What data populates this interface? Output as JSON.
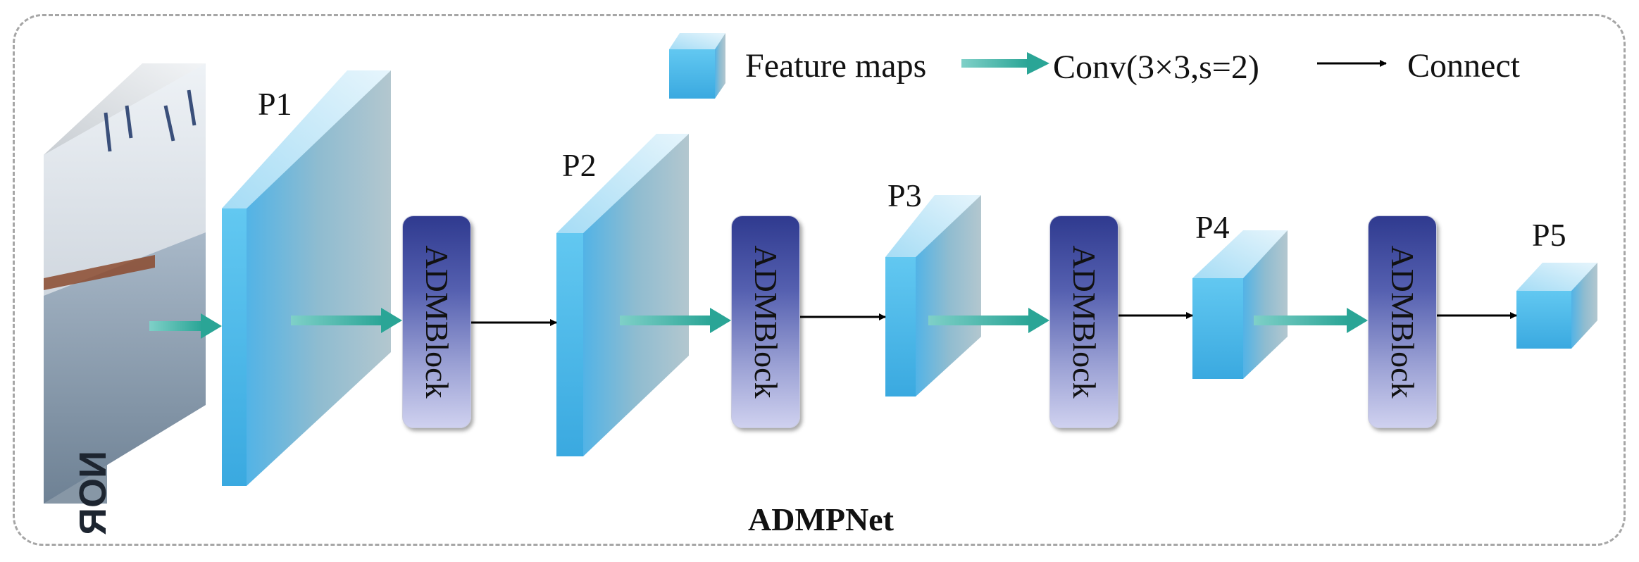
{
  "title": "ADMPNet",
  "legend": {
    "feature_maps": "Feature maps",
    "conv": "Conv(3×3,s=2)",
    "connect": "Connect"
  },
  "stages": [
    "P1",
    "P2",
    "P3",
    "P4",
    "P5"
  ],
  "block_label": "ADMBlock",
  "image_text": "NOR",
  "colors": {
    "feature_front": "#5bc4ef",
    "feature_face": "#a9c3cf",
    "block_top": "#2f3a8f",
    "block_bottom": "#cfd1ef",
    "conv_arrow": "#3fb3a3",
    "connect_arrow": "#000000",
    "frame": "#a6a6a6"
  }
}
